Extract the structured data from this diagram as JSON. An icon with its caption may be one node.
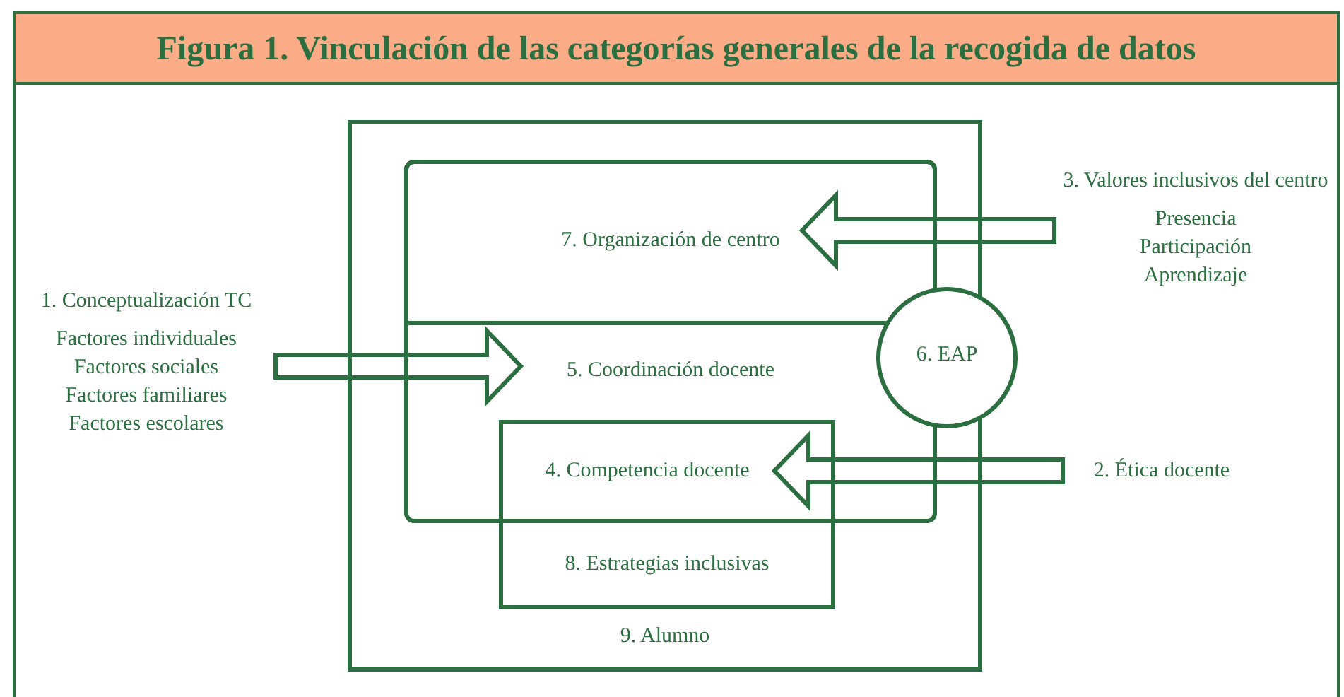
{
  "diagram": {
    "title": "Figura 1. Vinculación de las categorías generales de la recogida de datos",
    "nodes": [
      {
        "text": [
          "9. Alumno"
        ]
      },
      {
        "text": [
          "5. Coordinación docente"
        ],
        "in": 0
      },
      {
        "text": [
          "7. Organización de centro"
        ],
        "in": 1
      },
      {
        "text": [
          "3. Valores inclusivos del centro",
          "Presencia Participación Aprendizaje"
        ]
      },
      {
        "text": [
          "1. Conceptualización TC",
          "Factores individuales Factores sociales Factores familiares Factores escolares"
        ]
      },
      {
        "text": [
          "6. EAP"
        ]
      },
      {
        "text": [
          "8. Estrategias inclusivas"
        ],
        "in": 0
      },
      {
        "text": [
          "4. Competencia docente"
        ]
      },
      {
        "text": [
          "2. Ética docente"
        ]
      }
    ],
    "edges": [
      {
        "from": 3,
        "to": 2,
        "arrow": "to"
      },
      {
        "from": 4,
        "to": 1,
        "arrow": "to"
      },
      {
        "from": 8,
        "to": 7,
        "arrow": "to"
      }
    ]
  }
}
